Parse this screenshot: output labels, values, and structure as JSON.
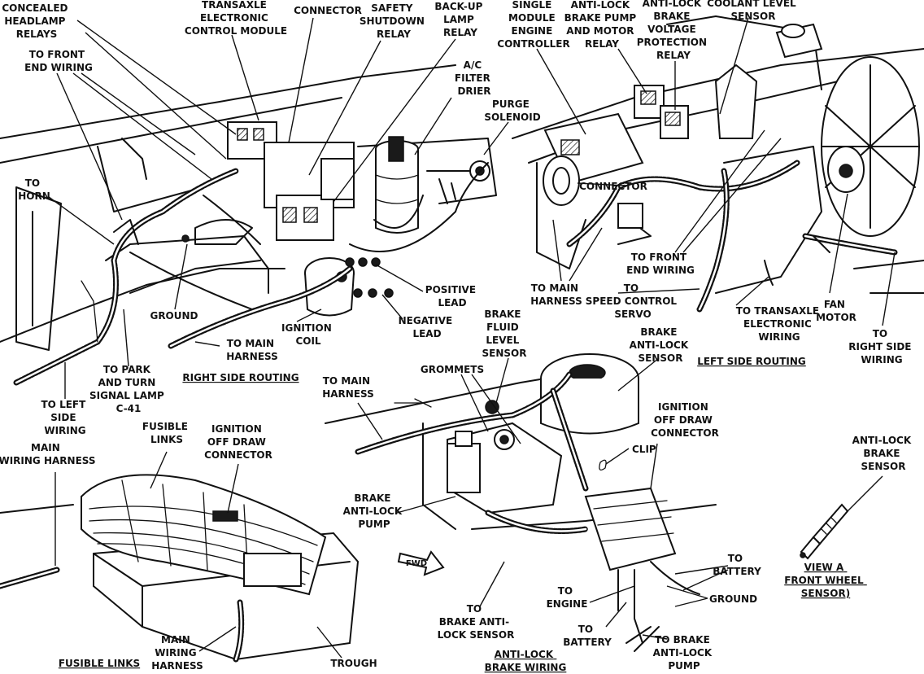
{
  "right_side_routing": {
    "title": "RIGHT SIDE ROUTING",
    "labels": {
      "concealed_headlamp_relays": [
        "CONCEALED",
        "HEADLAMP",
        "RELAYS"
      ],
      "transaxle_ecm": [
        "TRANSAXLE",
        "ELECTRONIC",
        "CONTROL MODULE"
      ],
      "connector": [
        "CONNECTOR"
      ],
      "safety_shutdown_relay": [
        "SAFETY",
        "SHUTDOWN",
        "RELAY"
      ],
      "backup_lamp_relay": [
        "BACK-UP",
        "LAMP",
        "RELAY"
      ],
      "ac_filter_drier": [
        "A/C",
        "FILTER",
        "DRIER"
      ],
      "purge_solenoid": [
        "PURGE",
        "SOLENOID"
      ],
      "to_front_end_wiring": [
        "TO FRONT",
        "END WIRING"
      ],
      "to_horn": [
        "TO",
        "HORN"
      ],
      "ground": [
        "GROUND"
      ],
      "positive_lead": [
        "POSITIVE",
        "LEAD"
      ],
      "negative_lead": [
        "NEGATIVE",
        "LEAD"
      ],
      "ignition_coil": [
        "IGNITION",
        "COIL"
      ],
      "to_main_harness": [
        "TO MAIN",
        "HARNESS"
      ],
      "to_park_turn": [
        "TO PARK",
        "AND TURN",
        "SIGNAL LAMP",
        "C-41"
      ],
      "to_left_side_wiring": [
        "TO LEFT",
        "SIDE",
        "WIRING"
      ]
    }
  },
  "left_side_routing": {
    "title": "LEFT SIDE ROUTING",
    "labels": {
      "single_module_engine_controller": [
        "SINGLE",
        "MODULE",
        "ENGINE",
        "CONTROLLER"
      ],
      "abs_pump_motor_relay": [
        "ANTI-LOCK",
        "BRAKE PUMP",
        "AND MOTOR",
        "RELAY"
      ],
      "abs_voltage_protection_relay": [
        "ANTI-LOCK",
        "BRAKE",
        "VOLTAGE",
        "PROTECTION",
        "RELAY"
      ],
      "coolant_level_sensor": [
        "COOLANT LEVEL",
        "SENSOR"
      ],
      "connector": [
        "CONNECTOR"
      ],
      "to_front_end_wiring": [
        "TO FRONT",
        "END WIRING"
      ],
      "to_main_harness": [
        "TO MAIN",
        "HARNESS"
      ],
      "to_speed_control_servo": [
        "TO",
        "SPEED CONTROL",
        "SERVO"
      ],
      "to_transaxle_electronic_wiring": [
        "TO TRANSAXLE",
        "ELECTRONIC",
        "WIRING"
      ],
      "fan_motor": [
        "FAN",
        "MOTOR"
      ],
      "to_right_side_wiring": [
        "TO",
        "RIGHT SIDE",
        "WIRING"
      ]
    }
  },
  "fusible_links": {
    "title": "FUSIBLE LINKS",
    "labels": {
      "main_wiring_harness_top": [
        "MAIN",
        "WIRING HARNESS"
      ],
      "fusible_links": [
        "FUSIBLE",
        "LINKS"
      ],
      "ignition_off_draw_connector": [
        "IGNITION",
        "OFF DRAW",
        "CONNECTOR"
      ],
      "main_wiring_harness_bottom": [
        "MAIN",
        "WIRING",
        "HARNESS"
      ],
      "trough": [
        "TROUGH"
      ]
    }
  },
  "anti_lock_brake_wiring": {
    "title": [
      "ANTI-LOCK",
      "BRAKE WIRING"
    ],
    "labels": {
      "brake_fluid_level_sensor": [
        "BRAKE",
        "FLUID",
        "LEVEL",
        "SENSOR"
      ],
      "brake_anti_lock_sensor_top": [
        "BRAKE",
        "ANTI-LOCK",
        "SENSOR"
      ],
      "grommets": [
        "GROMMETS"
      ],
      "to_main_harness": [
        "TO MAIN",
        "HARNESS"
      ],
      "ignition_off_draw_connector": [
        "IGNITION",
        "OFF DRAW",
        "CONNECTOR"
      ],
      "clip": [
        "CLIP"
      ],
      "brake_anti_lock_pump": [
        "BRAKE",
        "ANTI-LOCK",
        "PUMP"
      ],
      "fwd": [
        "FWD"
      ],
      "to_battery_right": [
        "TO",
        "BATTERY"
      ],
      "to_engine": [
        "TO",
        "ENGINE"
      ],
      "ground": [
        "GROUND"
      ],
      "to_battery_bottom": [
        "TO",
        "BATTERY"
      ],
      "to_brake_anti_lock_pump": [
        "TO BRAKE",
        "ANTI-LOCK",
        "PUMP"
      ],
      "to_brake_anti_lock_sensor": [
        "TO",
        "BRAKE ANTI-",
        "LOCK SENSOR"
      ]
    }
  },
  "view_a": {
    "title": [
      "VIEW A",
      "FRONT WHEEL",
      "SENSOR)"
    ],
    "labels": {
      "anti_lock_brake_sensor": [
        "ANTI-LOCK",
        "BRAKE",
        "SENSOR"
      ]
    }
  }
}
